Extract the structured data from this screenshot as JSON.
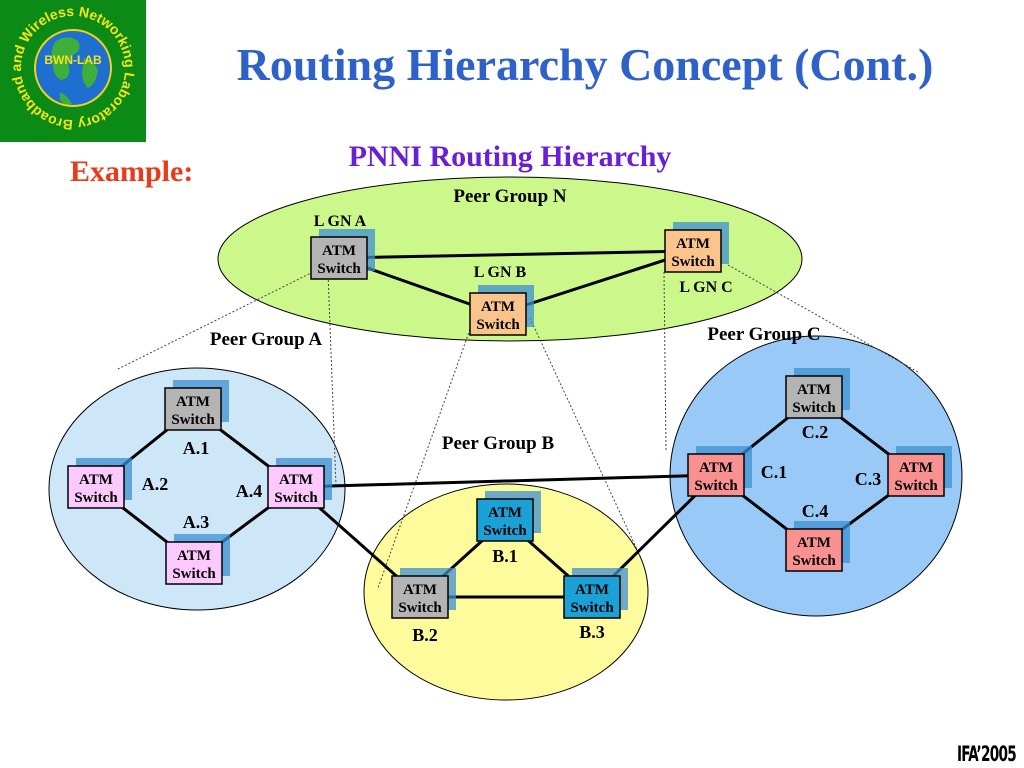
{
  "slide": {
    "title": "Routing Hierarchy Concept (Cont.)",
    "subtitle": "PNNI Routing Hierarchy",
    "example_label": "Example:",
    "footer": "IFA’2005"
  },
  "logo": {
    "ring_text": "Broadband and Wireless Networking Laboratory",
    "center_text": "BWN-LAB",
    "background": "#0b8a16"
  },
  "switch_label": {
    "line1": "ATM",
    "line2": "Switch"
  },
  "colors": {
    "title": "#2f62c8",
    "subtitle": "#6a1fd6",
    "example": "#ea3a17",
    "group_n_fill": "#ccf78a",
    "group_a_fill": "#cde6f8",
    "group_b_fill": "#fdfb9c",
    "group_c_fill": "#99c9f6",
    "switch_gray": "#b4b4b4",
    "switch_orange": "#fbc48d",
    "switch_pink": "#fbc9fb",
    "switch_blue": "#1ba1d6",
    "switch_red": "#fa9191",
    "switch_shadow": "#3d8fd2"
  },
  "groups": {
    "n": {
      "label": "Peer Group N"
    },
    "a": {
      "label": "Peer Group A"
    },
    "b": {
      "label": "Peer Group B"
    },
    "c": {
      "label": "Peer Group C"
    }
  },
  "nodes": {
    "lgn_a": {
      "label": "L GN A"
    },
    "lgn_b": {
      "label": "L GN B"
    },
    "lgn_c": {
      "label": "L GN C"
    },
    "a1": {
      "label": "A.1"
    },
    "a2": {
      "label": "A.2"
    },
    "a3": {
      "label": "A.3"
    },
    "a4": {
      "label": "A.4"
    },
    "b1": {
      "label": "B.1"
    },
    "b2": {
      "label": "B.2"
    },
    "b3": {
      "label": "B.3"
    },
    "c1": {
      "label": "C.1"
    },
    "c2": {
      "label": "C.2"
    },
    "c3": {
      "label": "C.3"
    },
    "c4": {
      "label": "C.4"
    }
  }
}
